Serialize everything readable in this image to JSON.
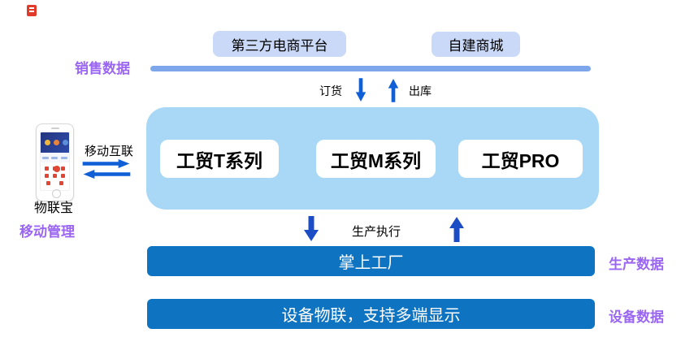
{
  "colors": {
    "purple_label": "#9a66f2",
    "light_box_bg": "#cad9f7",
    "top_bar": "#7ea6ea",
    "container_bg": "#a9d8f6",
    "arrow_blue": "#0f5fd7",
    "arrow_navy": "#1d4dc4",
    "bar_blue": "#0e74c2"
  },
  "top_row": {
    "box1": "第三方电商平台",
    "box2": "自建商城"
  },
  "left_column": {
    "sales_data_label": "销售数据",
    "mobile_interconnect_label": "移动互联",
    "phone_caption": "物联宝",
    "mobile_management_label": "移动管理"
  },
  "flows": {
    "order_label": "订货",
    "outbound_label": "出库",
    "production_execution_label": "生产执行"
  },
  "platform": {
    "products": [
      "工贸T系列",
      "工贸M系列",
      "工贸PRO"
    ]
  },
  "bars": {
    "palm_factory": "掌上工厂",
    "device_iot": "设备物联，支持多端显示"
  },
  "right_labels": {
    "production_data": "生产数据",
    "device_data": "设备数据"
  }
}
